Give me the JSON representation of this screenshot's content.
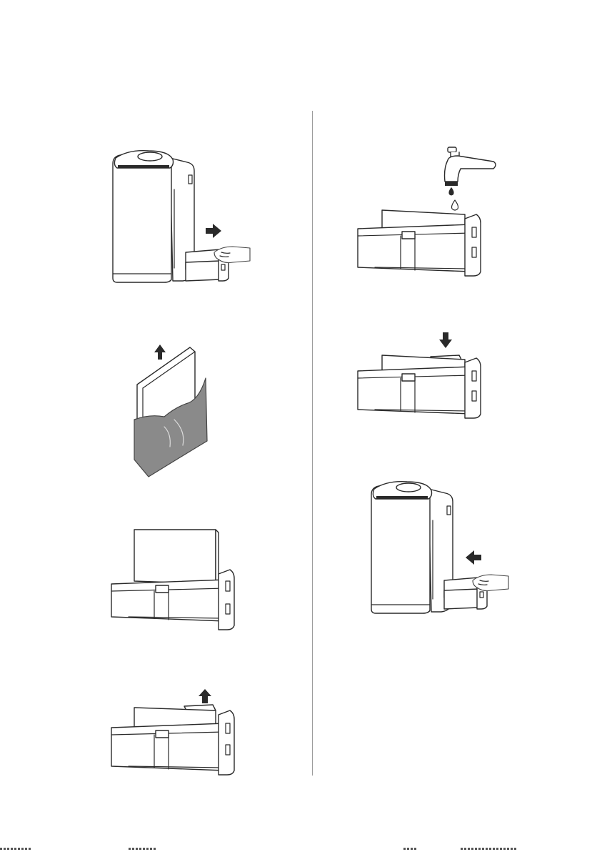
{
  "figure": {
    "steps": [
      {
        "id": "1",
        "action": "pull-out-water-tank",
        "arrow": "right"
      },
      {
        "id": "2",
        "action": "remove-and-clean-filter",
        "arrow": "up"
      },
      {
        "id": "3",
        "action": "tank-with-filter",
        "arrow": "none"
      },
      {
        "id": "4",
        "action": "remove-float-cover",
        "arrow": "up"
      },
      {
        "id": "5",
        "action": "refill-tank-from-tap",
        "arrow": "none"
      },
      {
        "id": "6",
        "action": "replace-float-cover",
        "arrow": "down"
      },
      {
        "id": "7",
        "action": "push-in-water-tank",
        "arrow": "left"
      }
    ],
    "colors": {
      "line": "#2a2a2a",
      "fill": "#ffffff",
      "cloth": "#8a8a8a",
      "divider": "#9a9a9a"
    }
  }
}
